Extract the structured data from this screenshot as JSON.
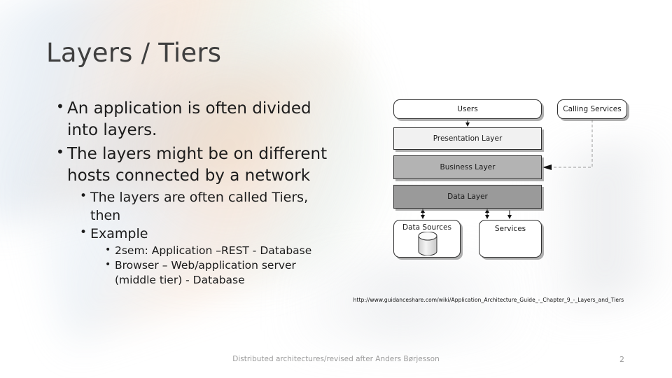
{
  "slide": {
    "title": "Layers / Tiers",
    "page_number": "2",
    "footer": "Distributed architectures/revised after Anders Børjesson",
    "bullet_glyph": "•"
  },
  "bullets": [
    {
      "level": 1,
      "text": "An application is often divided into layers."
    },
    {
      "level": 1,
      "text": "The layers might be on different hosts connected by a network"
    },
    {
      "level": 2,
      "text": "The layers are often called Tiers, then"
    },
    {
      "level": 2,
      "text": "Example"
    },
    {
      "level": 3,
      "text": "2sem: Application –REST - Database"
    },
    {
      "level": 3,
      "text": "Browser – Web/application server (middle tier) - Database"
    }
  ],
  "diagram": {
    "caption_url": "http://www.guidanceshare.com/wiki/Application_Architecture_Guide_-_Chapter_9_-_Layers_and_Tiers",
    "boxes": {
      "users": "Users",
      "calling_services": "Calling Services",
      "presentation_layer": "Presentation Layer",
      "business_layer": "Business Layer",
      "data_layer": "Data Layer",
      "data_sources": "Data Sources",
      "services": "Services"
    },
    "colors": {
      "presentation_fill": "#f1f1f1",
      "business_fill": "#b3b3b3",
      "data_fill": "#9a9a9a",
      "box_stroke": "#2f2f2f",
      "shadow": "#808080"
    }
  }
}
